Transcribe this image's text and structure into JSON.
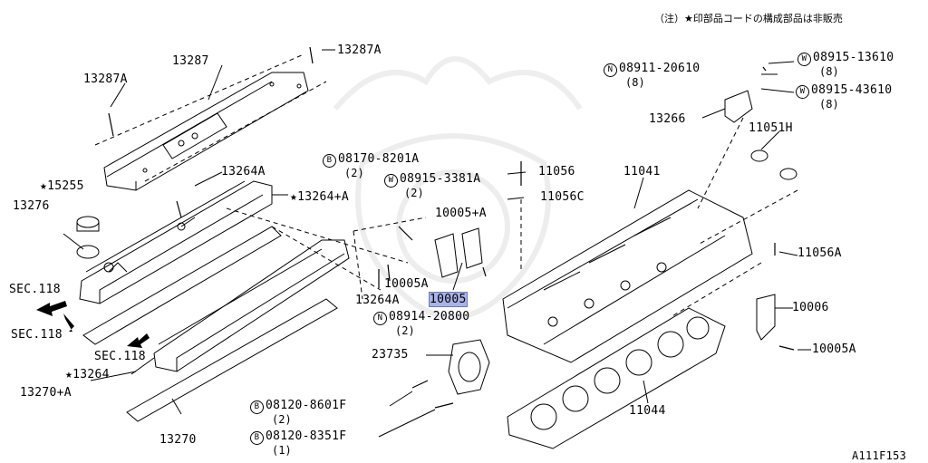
{
  "note": "（注）★印部品コードの構成部品は非販売",
  "diagram_code": "A111F153",
  "labels": {
    "p13287": "13287",
    "p13287A_top": "13287A",
    "p13287A_left": "13287A",
    "p15255": "★15255",
    "p13276": "13276",
    "p13264A": "13264A",
    "p13264pA": "★13264+A",
    "sec118_a": "SEC.118",
    "sec118_b": "SEC.118",
    "sec118_c": "SEC.118",
    "p13264": "★13264",
    "p13270pA": "13270+A",
    "p13270": "13270",
    "b08170": "08170-8201A",
    "b08170_q": "(2)",
    "w08915_3381": "08915-3381A",
    "w08915_3381_q": "(2)",
    "p10005pA": "10005+A",
    "p10005A_mid": "10005A",
    "p13264A_mid": "13264A",
    "p10005": "10005",
    "n08914": "08914-20800",
    "n08914_q": "(2)",
    "p11056": "11056",
    "p11056C": "11056C",
    "p11041": "11041",
    "n08911": "08911-20610",
    "n08911_q": "(8)",
    "w08915_13610": "08915-13610",
    "w08915_13610_q": "(8)",
    "w08915_43610": "08915-43610",
    "w08915_43610_q": "(8)",
    "p13266": "13266",
    "p11051H": "11051H",
    "p11056A": "11056A",
    "p10006": "10006",
    "p10005A_right": "10005A",
    "p23735": "23735",
    "b08120_8601": "08120-8601F",
    "b08120_8601_q": "(2)",
    "b08120_8351": "08120-8351F",
    "b08120_8351_q": "(1)",
    "p11044": "11044"
  },
  "markers": {
    "B": "B",
    "W": "W",
    "N": "N"
  },
  "colors": {
    "highlight": "#a9b4e6",
    "line": "#000000"
  }
}
